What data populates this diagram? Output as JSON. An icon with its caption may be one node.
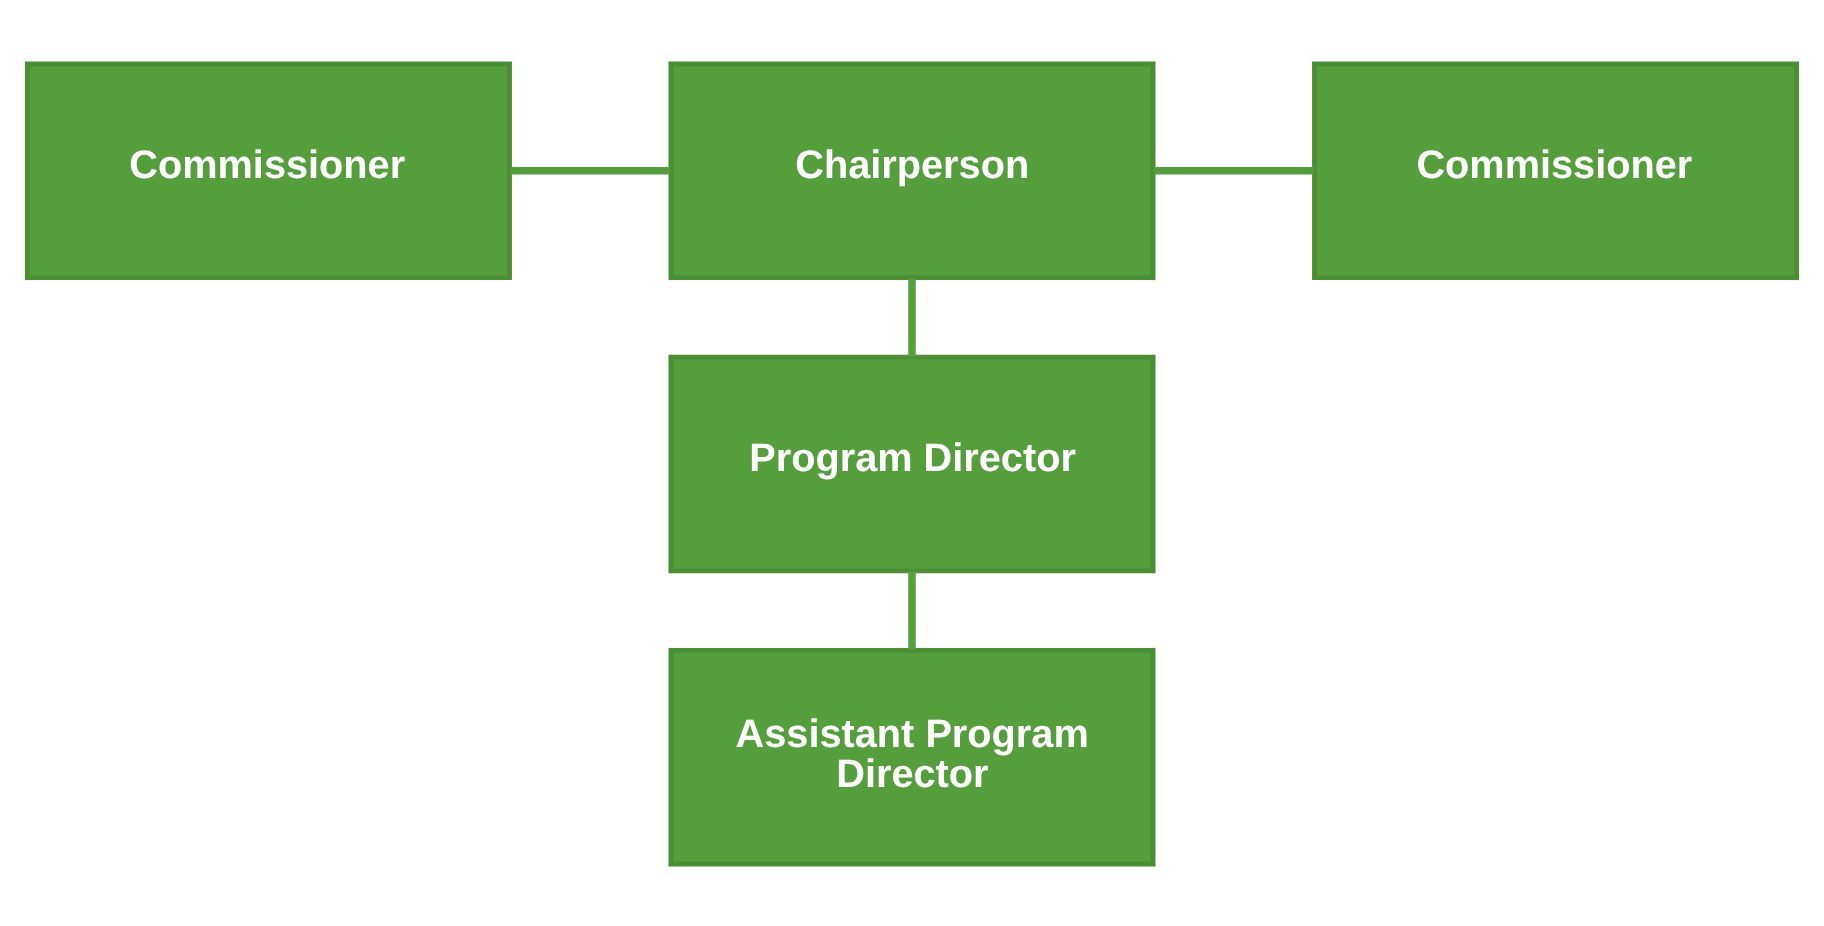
{
  "diagram": {
    "nodes": [
      {
        "text": [
          "Commissioner"
        ]
      },
      {
        "text": [
          "Chairperson"
        ]
      },
      {
        "text": [
          "Commissioner"
        ]
      },
      {
        "text": [
          "Program Director"
        ]
      },
      {
        "text": [
          "Assistant Program Director"
        ]
      }
    ],
    "edges": [
      {
        "from": 0,
        "to": 1,
        "arrow": "none"
      },
      {
        "from": 1,
        "to": 2,
        "arrow": "none"
      },
      {
        "from": 1,
        "to": 3,
        "arrow": "none"
      },
      {
        "from": 3,
        "to": 4,
        "arrow": "none"
      }
    ]
  }
}
